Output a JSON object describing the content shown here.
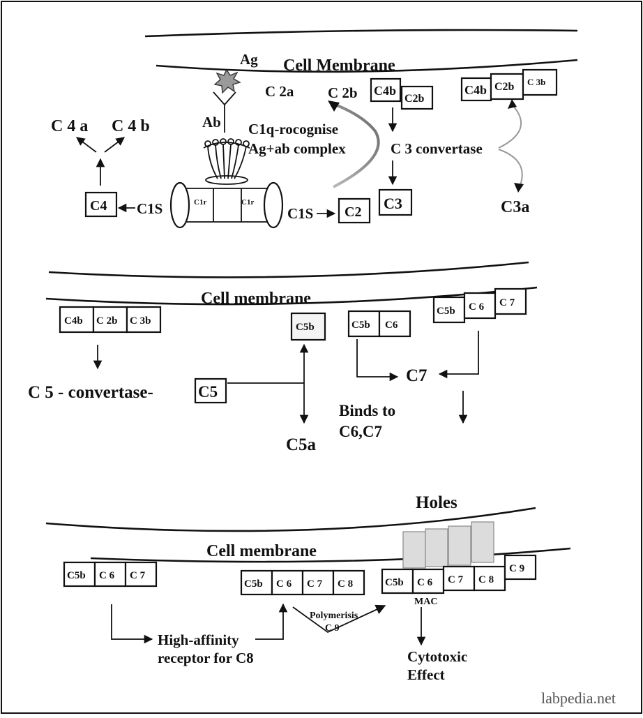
{
  "top": {
    "membrane_label": "Cell Membrane",
    "ag": "Ag",
    "ab": "Ab",
    "c2a": "C 2a",
    "c2b": "C 2b",
    "c1q_line1": "C1q-rocognise",
    "c1q_line2": "Ag+ab complex",
    "c4a": "C 4 a",
    "c4b": "C 4 b",
    "c4": "C4",
    "c1s_left": "C1S",
    "c1r_left": "C1r",
    "c1r_right": "C1r",
    "c1s_right": "C1S",
    "c2": "C2",
    "c3": "C3",
    "c3_convertase": "C 3 convertase",
    "c3a": "C3a",
    "boxA": [
      "C4b",
      "C2b"
    ],
    "boxB": [
      "C4b",
      "C2b",
      "C 3b"
    ]
  },
  "middle": {
    "membrane_label": "Cell membrane",
    "boxA": [
      "C4b",
      "C 2b",
      "C 3b"
    ],
    "c5b": "C5b",
    "boxC": [
      "C5b",
      "C6"
    ],
    "boxD": [
      "C5b",
      "C 6",
      "C 7"
    ],
    "c5_convertase": "C 5 - convertase-",
    "c5": "C5",
    "c5a": "C5a",
    "c7": "C7",
    "binds_line1": "Binds to",
    "binds_line2": "C6,C7"
  },
  "bottom": {
    "holes": "Holes",
    "membrane_label": "Cell membrane",
    "boxA": [
      "C5b",
      "C 6",
      "C 7"
    ],
    "boxB": [
      "C5b",
      "C 6",
      "C 7",
      "C 8"
    ],
    "boxC": [
      "C5b",
      "C 6",
      "C 7",
      "C 8"
    ],
    "c9_box": "C 9",
    "polymerisis": "Polymerisis",
    "c9": "C 9",
    "mac": "MAC",
    "high_affinity_line1": "High-affinity",
    "high_affinity_line2": "receptor for C8",
    "cytotoxic_line1": "Cytotoxic",
    "cytotoxic_line2": "Effect"
  },
  "watermark": "labpedia.net"
}
